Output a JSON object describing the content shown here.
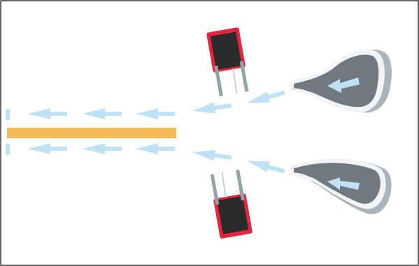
{
  "diagram": {
    "colors": {
      "background": "#ffffff",
      "frame": "#333333",
      "flow_arrow": "#bfe3f4",
      "tape": "#f7b955",
      "feeder_shadow": "#a9b4bd",
      "feeder_outline": "#f2f4f6",
      "feeder_body": "#707880",
      "feeder_arrow": "#bfe3f4",
      "block_body": "#2a2a2a",
      "block_rim": "#e3263f",
      "guide_bar": "#93a4a8",
      "blade": "#c9ced2"
    },
    "components": [
      {
        "name": "feeder-nozzle-top",
        "icon": "feeder-nozzle-icon"
      },
      {
        "name": "feeder-nozzle-bottom",
        "icon": "feeder-nozzle-icon"
      },
      {
        "name": "guide-block-top",
        "icon": "guide-block-icon"
      },
      {
        "name": "guide-block-bottom",
        "icon": "guide-block-icon"
      },
      {
        "name": "tape-strip",
        "icon": "tape-strip-icon"
      },
      {
        "name": "flow-direction",
        "icon": "arrow-left-icon"
      }
    ]
  }
}
